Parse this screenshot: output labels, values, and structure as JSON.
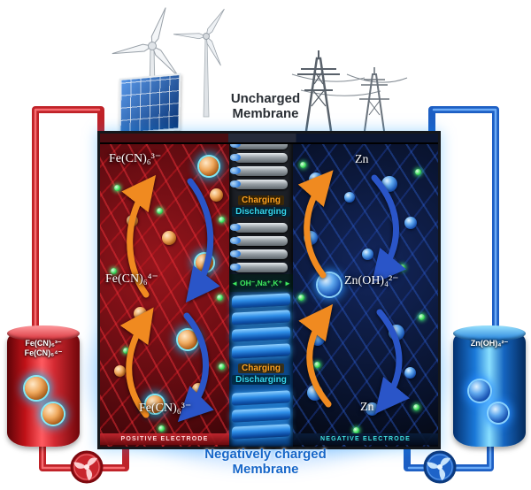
{
  "scene": {
    "uncharged_membrane": {
      "line1": "Uncharged",
      "line2": "Membrane"
    }
  },
  "cell": {
    "positive": {
      "species_top": "Fe(CN)₆³⁻",
      "species_middle": "Fe(CN)₆⁴⁻",
      "species_bottom": "Fe(CN)₆³⁻",
      "electrode": "POSITIVE ELECTRODE"
    },
    "negative": {
      "species_top": "Zn",
      "species_middle": "Zn(OH)₄²⁻",
      "species_bottom": "Zn",
      "electrode": "NEGATIVE ELECTRODE"
    },
    "membrane": {
      "charging_upper": "Charging",
      "discharging_upper": "Discharging",
      "charging_lower": "Charging",
      "discharging_lower": "Discharging",
      "ion_flux": "OH⁻,Na⁺,K⁺",
      "arrow_left": "◄",
      "arrow_right": "►"
    }
  },
  "tanks": {
    "positive": {
      "line1": "Fe(CN)₆³⁻",
      "line2": "Fe(CN)₆⁴⁻"
    },
    "negative": {
      "label": "Zn(OH)₄²⁻"
    }
  },
  "footer": {
    "negatively_charged_membrane": {
      "line1": "Negatively charged",
      "line2": "Membrane"
    }
  },
  "colors": {
    "positive_loop": "#c02228",
    "negative_loop": "#1d5fc4",
    "charging_text": "#ffa21f",
    "discharging_text": "#35d8f0",
    "ion_text": "#3fe85f",
    "membrane_label_blue": "#1767c9",
    "uncharged_label": "#2a2f35"
  },
  "icons": {
    "wind_turbines": "wind-turbine-icon",
    "solar_panel": "solar-panel-icon",
    "transmission_towers": "transmission-tower-icon",
    "pumps": "pump-fan-icon",
    "ion_arrows": "ion-arrow-icon"
  }
}
